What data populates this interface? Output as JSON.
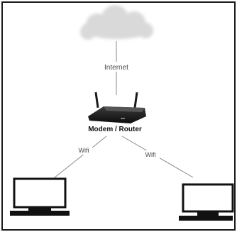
{
  "diagram": {
    "nodes": {
      "cloud": {
        "icon": "cloud-icon"
      },
      "router": {
        "label": "Modem / Router",
        "icon": "router-icon"
      },
      "laptop_left": {
        "icon": "computer-icon"
      },
      "laptop_right": {
        "icon": "computer-icon"
      }
    },
    "edges": {
      "internet": {
        "label": "Internet"
      },
      "wifi_left": {
        "label": "Wifi"
      },
      "wifi_right": {
        "label": "Wifi"
      }
    },
    "colors": {
      "cloud_fill": "#dedede",
      "line": "#8a8a8a",
      "device": "#111111",
      "frame": "#1a1a1a"
    }
  }
}
